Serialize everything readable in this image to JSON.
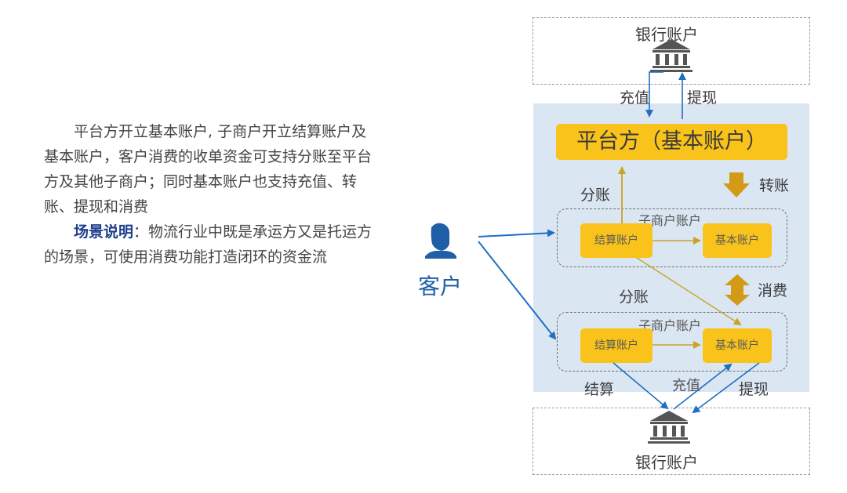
{
  "description": {
    "p1": "平台方开立基本账户, 子商户开立结算账户及基本账户，客户消费的收单资金可支持分账至平台方及其他子商户；同时基本账户也支持充值、转账、提现和消费",
    "p2_highlight": "场景说明",
    "p2_colon": "：",
    "p2_rest": "物流行业中既是承运方又是托运方的场景，可使用消费功能打造闭环的资金流"
  },
  "diagram": {
    "bank_top": "银行账户",
    "bank_bottom": "银行账户",
    "recharge_top": "充值",
    "withdraw_top": "提现",
    "platform": "平台方（基本账户）",
    "split_1": "分账",
    "transfer": "转账",
    "sub_merchant_1": "子商户账户",
    "settle_account_1": "结算账户",
    "basic_account_1": "基本账户",
    "split_2": "分账",
    "consume": "消费",
    "sub_merchant_2": "子商户账户",
    "settle_account_2": "结算账户",
    "basic_account_2": "基本账户",
    "settle_out": "结算",
    "recharge_bottom": "充值",
    "withdraw_bottom": "提现",
    "customer": "客户"
  },
  "colors": {
    "accent_yellow": "#f9c31b",
    "flow_gold": "#c9a227",
    "arrow_gold": "#d29a16",
    "flow_blue": "#1f6fc2",
    "panel_blue": "#dbe6f3",
    "highlight_navy": "#1f3f8c"
  },
  "icons": {
    "bank": "bank-building-icon",
    "customer": "person-icon"
  }
}
